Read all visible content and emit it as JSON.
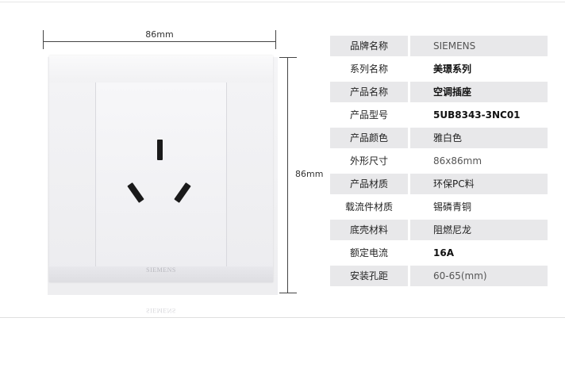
{
  "dimensions": {
    "width_label": "86mm",
    "height_label": "86mm"
  },
  "product_image": {
    "brand_mark": "SIEMENS"
  },
  "specs": [
    {
      "label": "品牌名称",
      "value": "SIEMENS"
    },
    {
      "label": "系列名称",
      "value": "美璟系列"
    },
    {
      "label": "产品名称",
      "value": "空调插座"
    },
    {
      "label": "产品型号",
      "value": "5UB8343-3NC01"
    },
    {
      "label": "产品颜色",
      "value": "雅白色"
    },
    {
      "label": "外形尺寸",
      "value": "86x86mm"
    },
    {
      "label": "产品材质",
      "value": "环保PC料"
    },
    {
      "label": "载流件材质",
      "value": "锡磷青铜"
    },
    {
      "label": "底壳材料",
      "value": "阻燃尼龙"
    },
    {
      "label": "额定电流",
      "value": "16A"
    },
    {
      "label": "安装孔距",
      "value": "60-65(mm)"
    }
  ]
}
